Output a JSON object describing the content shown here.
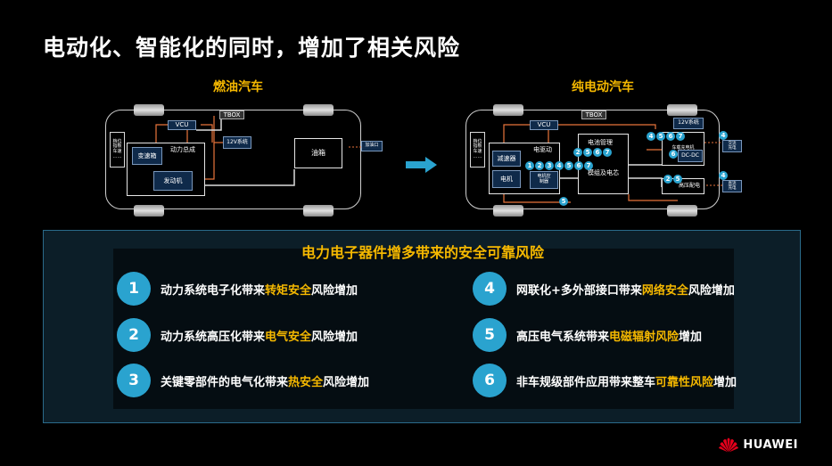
{
  "title": "电动化、智能化的同时，增加了相关风险",
  "left_car": {
    "label": "燃油汽车",
    "tbox": "TBOX",
    "vcu": "VCU",
    "side_panel": "档位\n指板\n车速\n……",
    "powertrain": "动力总成",
    "gearbox": "变速箱",
    "engine": "发动机",
    "battery_12v": "12V系统",
    "fuel_tank": "油箱",
    "refuel_port": "加油口"
  },
  "right_car": {
    "label": "纯电动汽车",
    "tbox": "TBOX",
    "vcu": "VCU",
    "side_panel": "档位\n指板\n车速\n……",
    "reducer": "减速器",
    "motor": "电机",
    "e_drive": "电驱动",
    "motor_controller": "电机控\n制器",
    "bms": "电池管理",
    "cells": "模组及电芯",
    "battery_12v": "12V系统",
    "obc": "车载充电机",
    "dcdc": "DC-DC",
    "hv_distribution": "高压配电",
    "ac_charge": "交流\n充电",
    "dc_charge": "直流\n充电",
    "badges": {
      "edrive": [
        "1",
        "2",
        "3",
        "4",
        "5",
        "6",
        "7"
      ],
      "bms": [
        "2",
        "5",
        "6",
        "7"
      ],
      "top": [
        "4",
        "5",
        "6",
        "7"
      ],
      "dcdc": "6",
      "hv": [
        "2",
        "5"
      ],
      "bottom": "5",
      "ac": "4",
      "dc": "4"
    }
  },
  "panel": {
    "title": "电力电子器件增多带来的安全可靠风险",
    "risks": [
      {
        "num": "1",
        "pre": "动力系统电子化带来",
        "hl": "转矩安全",
        "post": "风险增加"
      },
      {
        "num": "2",
        "pre": "动力系统高压化带来",
        "hl": "电气安全",
        "post": "风险增加"
      },
      {
        "num": "3",
        "pre": "关键零部件的电气化带来",
        "hl": "热安全",
        "post": "风险增加"
      },
      {
        "num": "4",
        "pre": "网联化+多外部接口带来",
        "hl": "网络安全",
        "post": "风险增加"
      },
      {
        "num": "5",
        "pre": "高压电气系统带来",
        "hl": "电磁辐射风险",
        "post": "增加"
      },
      {
        "num": "6",
        "pre": "非车规级部件应用带来整车",
        "hl": "可靠性风险",
        "post": "增加"
      }
    ]
  },
  "brand": "HUAWEI",
  "colors": {
    "accent": "#f5b800",
    "badge": "#2aa3cf",
    "line": "#e8743b"
  }
}
